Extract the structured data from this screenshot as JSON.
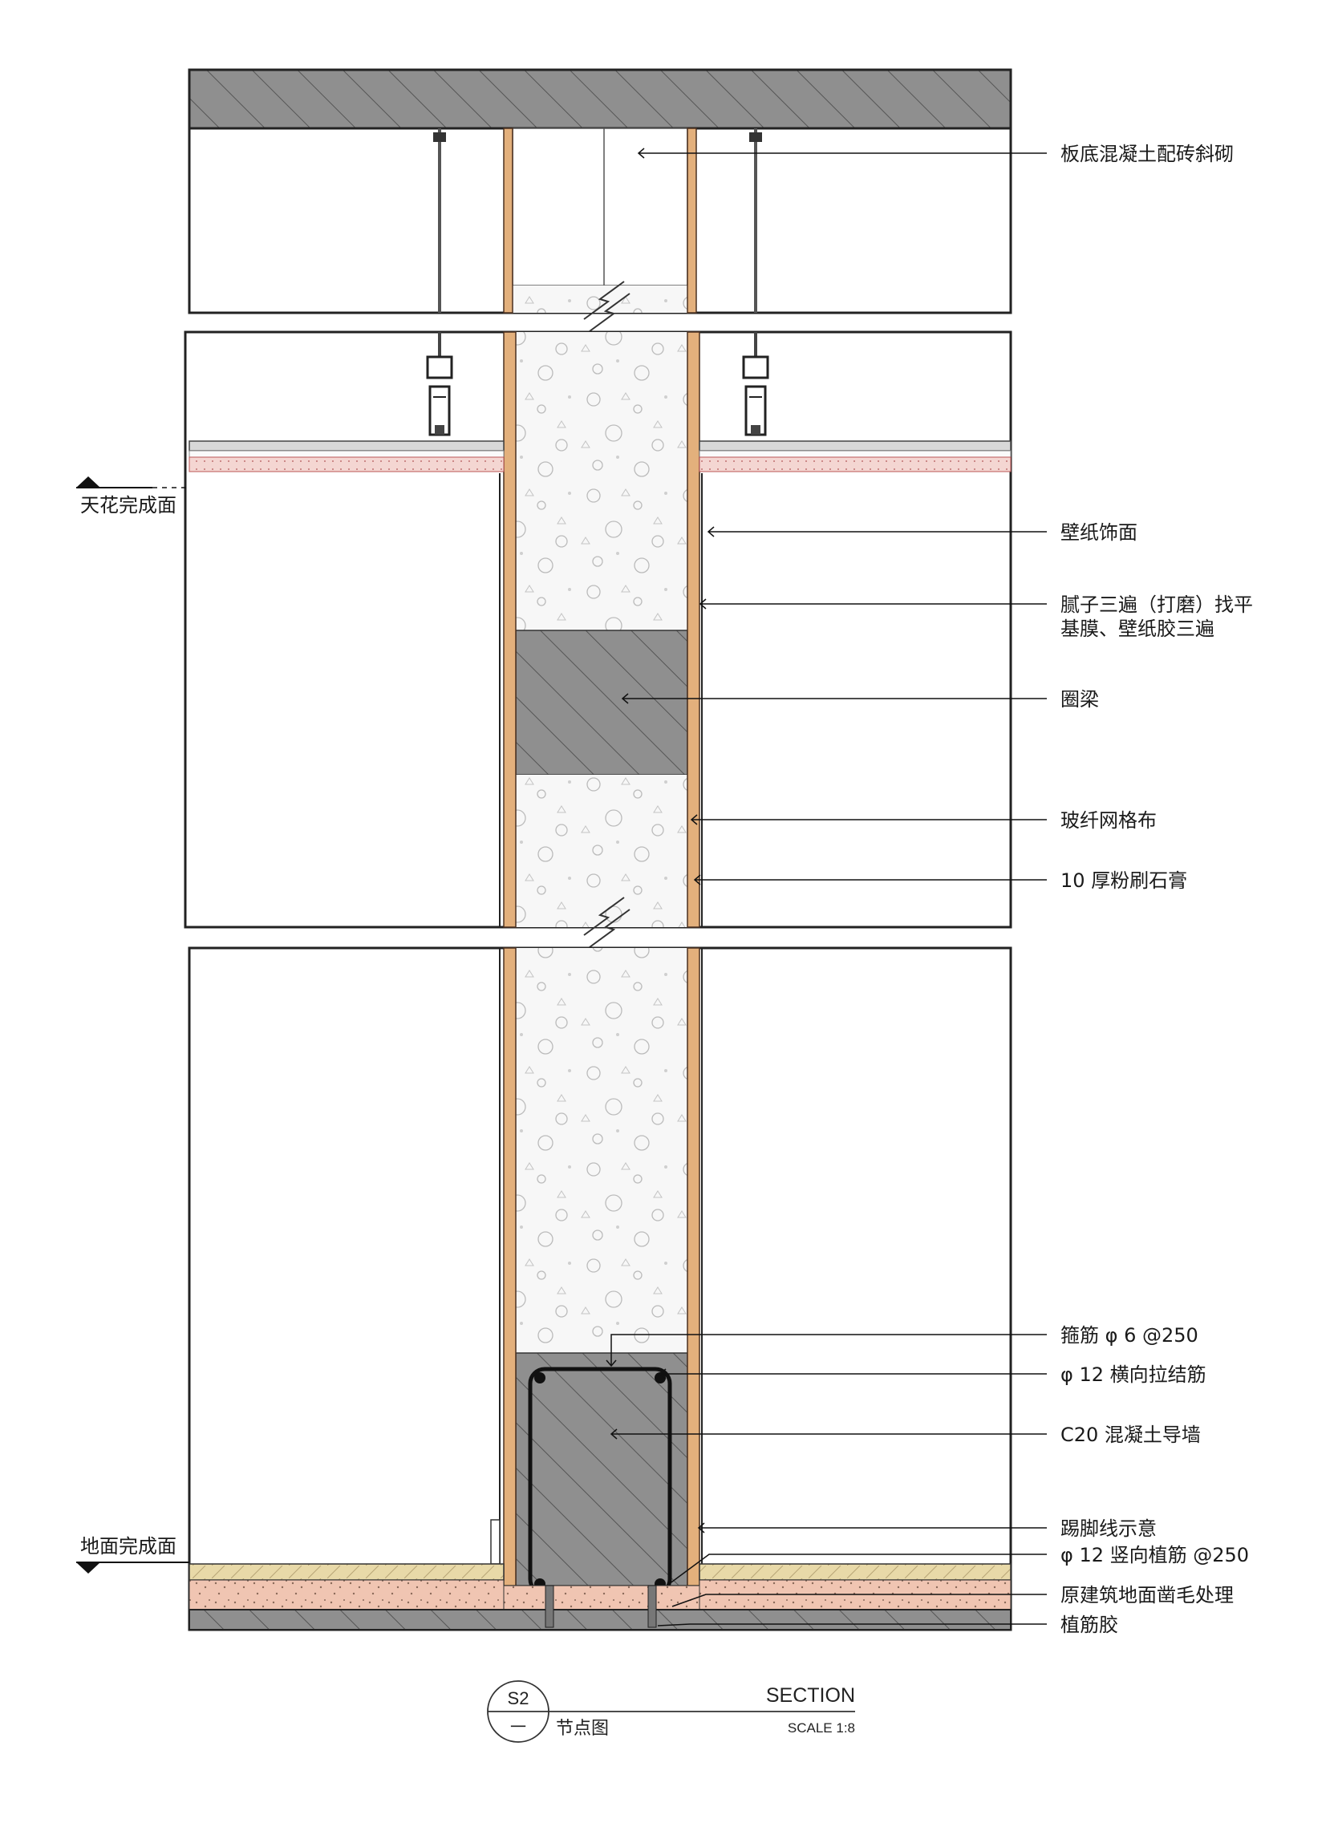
{
  "drawing": {
    "callouts": {
      "slab_brick": "板底混凝土配砖斜砌",
      "wallpaper": "壁纸饰面",
      "putty_line1": "腻子三遍（打磨）找平",
      "putty_line2": "基膜、壁纸胶三遍",
      "ring_beam": "圈梁",
      "mesh": "玻纤网格布",
      "gypsum": "10 厚粉刷石膏",
      "stirrup": "箍筋 φ 6 @250",
      "tie_bar": "φ 12 横向拉结筋",
      "guide_wall": "C20 混凝土导墙",
      "skirting": "踢脚线示意",
      "vertical_bar": "φ 12 竖向植筋 @250",
      "roughen": "原建筑地面凿毛处理",
      "adhesive": "植筋胶"
    },
    "levels": {
      "ceiling": "天花完成面",
      "floor": "地面完成面"
    },
    "title_block": {
      "code": "S2",
      "sheet": "一",
      "title": "SECTION",
      "subtitle": "节点图",
      "scale": "SCALE 1:8"
    }
  }
}
